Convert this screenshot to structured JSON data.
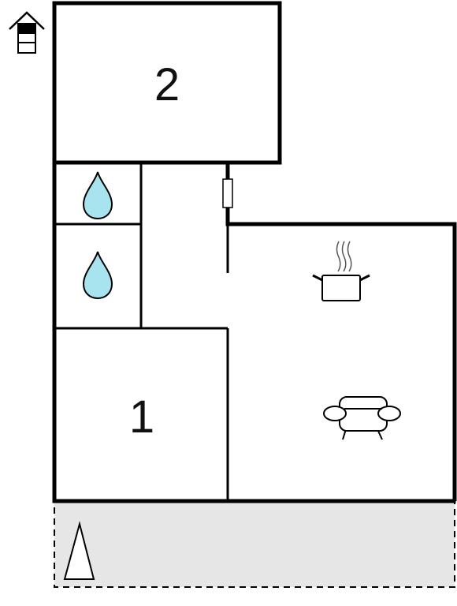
{
  "floor_plan": {
    "rooms": [
      {
        "name": "bedroom",
        "label": "2"
      },
      {
        "name": "bedroom",
        "label": "1"
      },
      {
        "name": "bathroom",
        "label": ""
      },
      {
        "name": "bathroom",
        "label": ""
      },
      {
        "name": "kitchen-living",
        "label": ""
      },
      {
        "name": "terrace",
        "label": ""
      }
    ],
    "icons": [
      "house-floor-icon",
      "water-drop-icon",
      "water-drop-icon",
      "cooking-pot-icon",
      "sofa-icon",
      "north-arrow-icon"
    ],
    "colors": {
      "wall": "#000000",
      "water": "#a8e4f0",
      "terrace_fill": "#e6e6e6",
      "background": "#ffffff"
    }
  }
}
